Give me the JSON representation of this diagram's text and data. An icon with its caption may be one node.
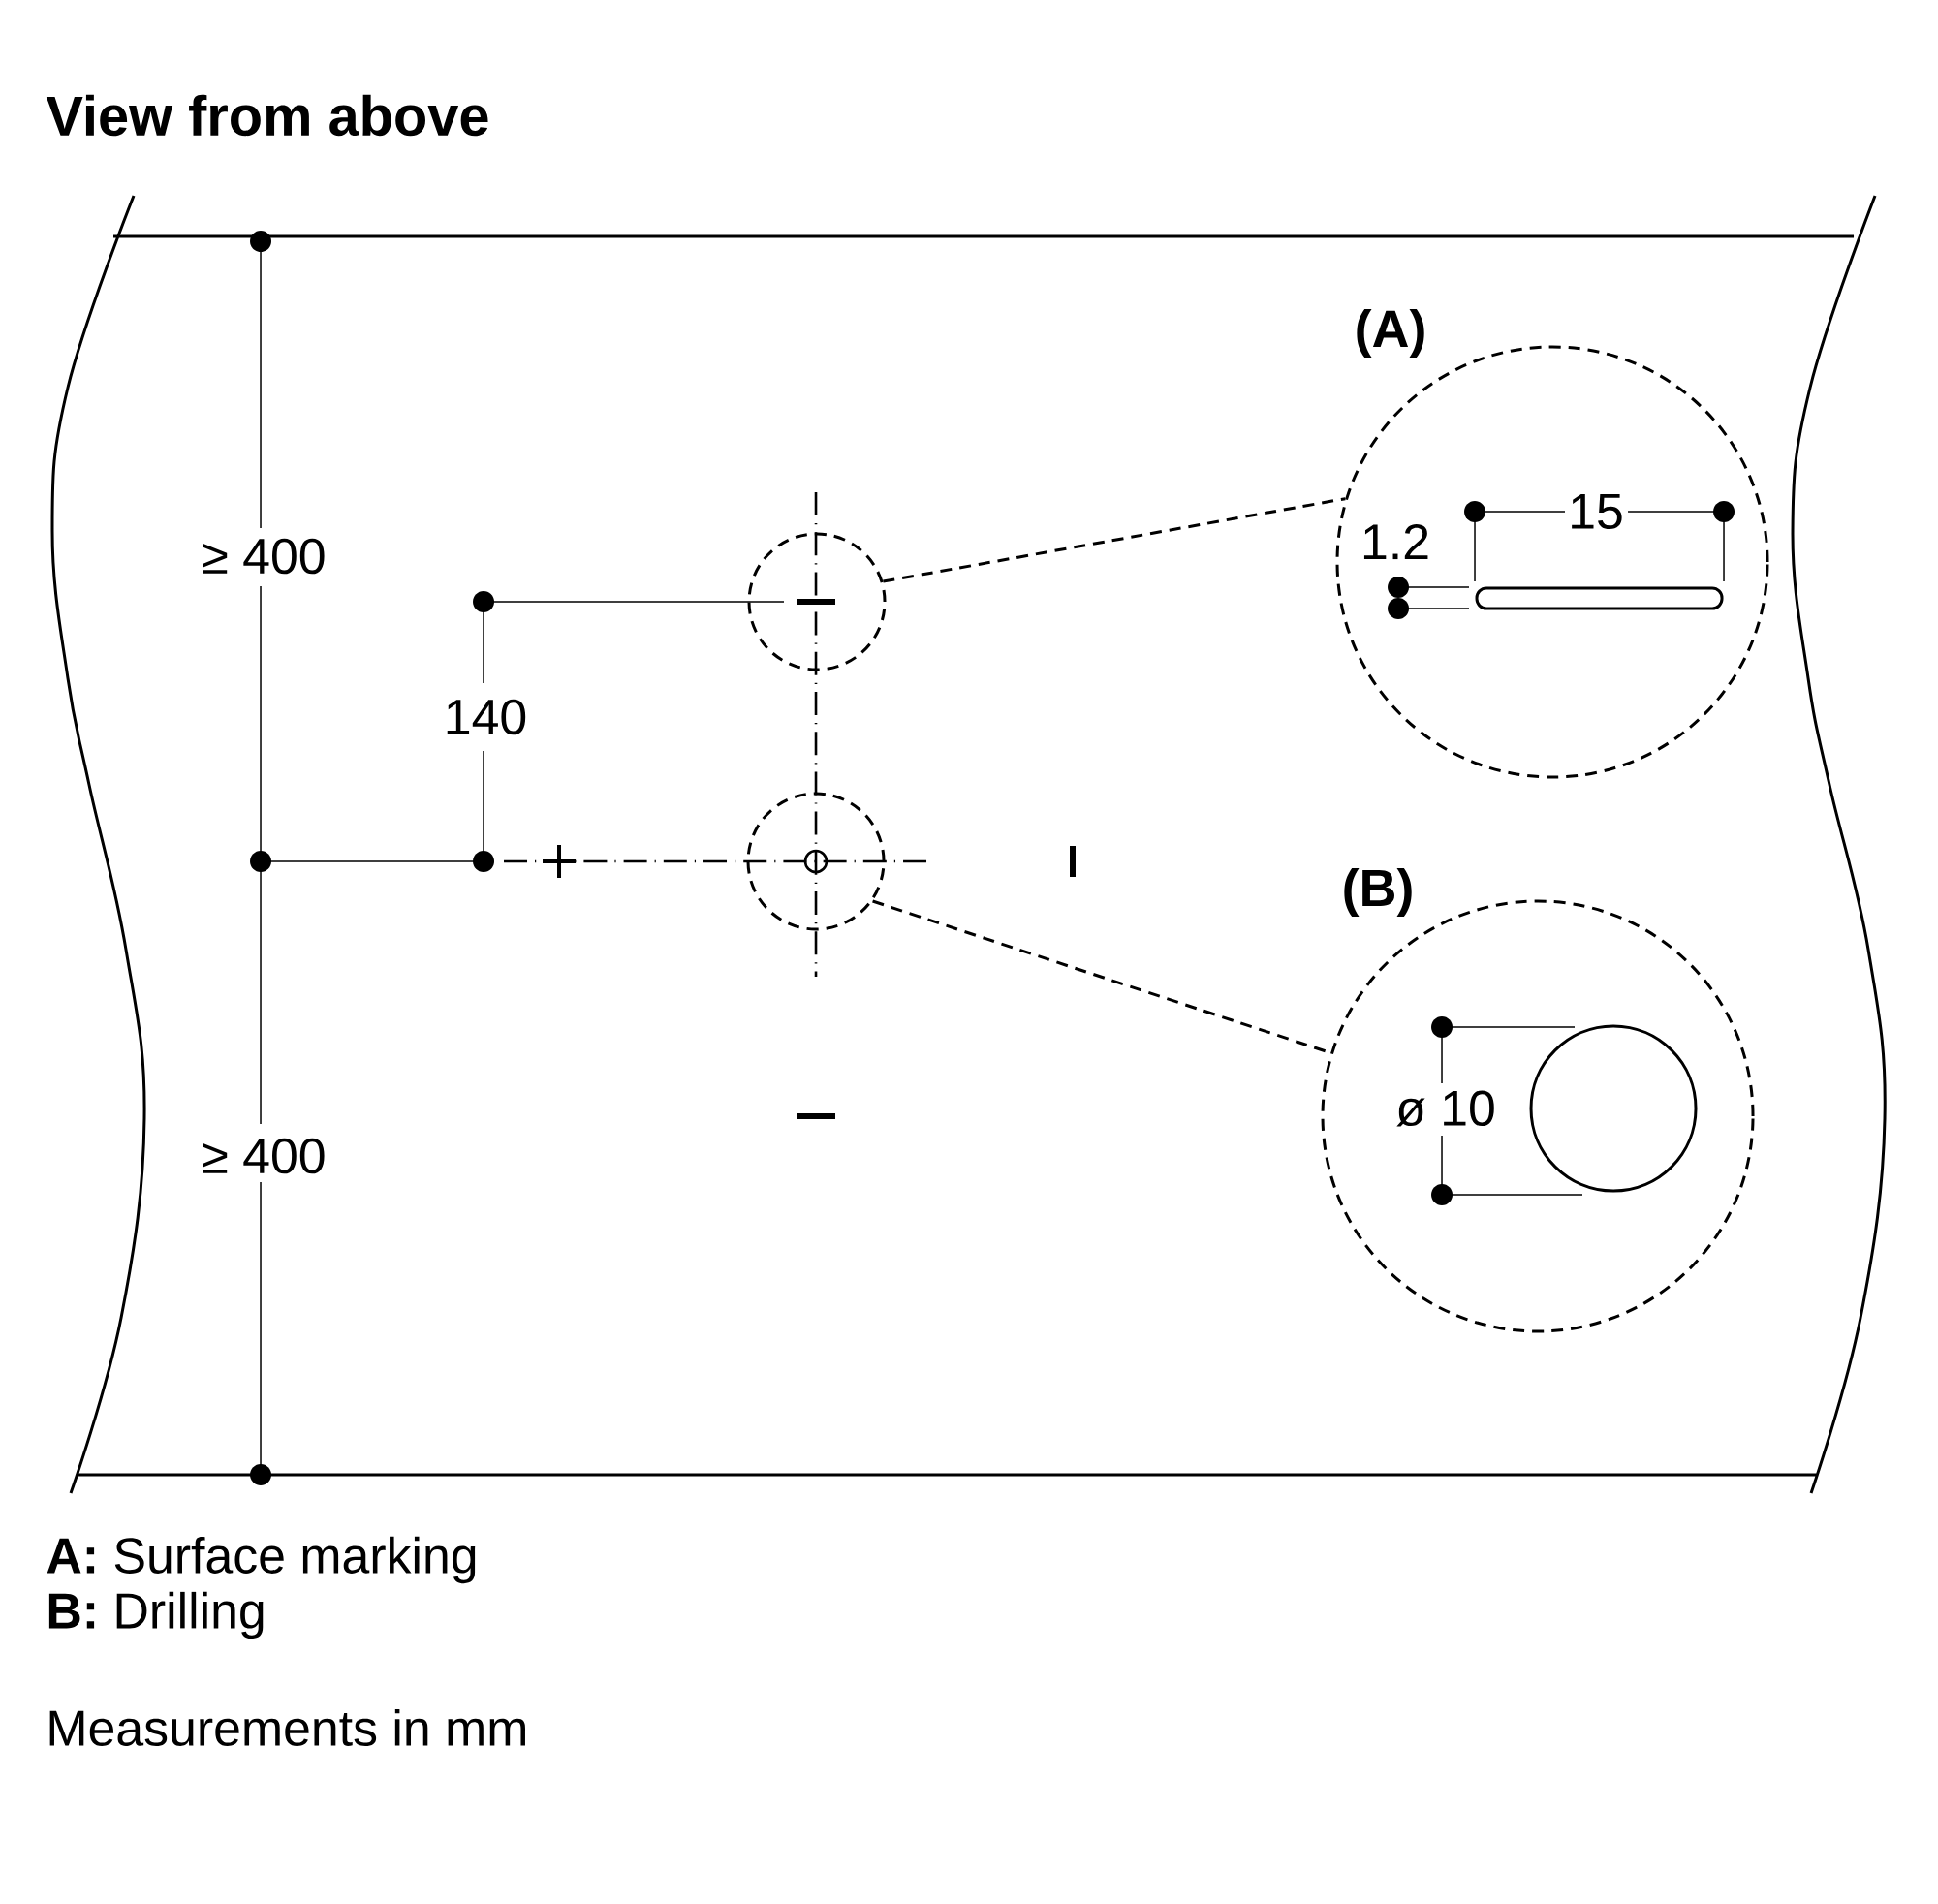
{
  "diagram": {
    "title": "View from above",
    "nodes": [
      {
        "text": [],
        "shape": "circle"
      },
      {
        "text": [
          "(A)"
        ]
      },
      {
        "text": [],
        "shape": "circle"
      },
      {
        "text": [
          "(B)"
        ]
      }
    ],
    "edges": [
      {
        "from": 0,
        "to": 1,
        "arrow": "none",
        "style": "dashed"
      },
      {
        "from": 2,
        "to": 3,
        "arrow": "none",
        "style": "dashed"
      }
    ],
    "labels": [
      "15",
      "1.2",
      "≥ 400",
      "140",
      "ø 10",
      "≥ 400",
      "**A:** Surface marking",
      "**B:** Drilling",
      "Measurements in mm"
    ]
  }
}
